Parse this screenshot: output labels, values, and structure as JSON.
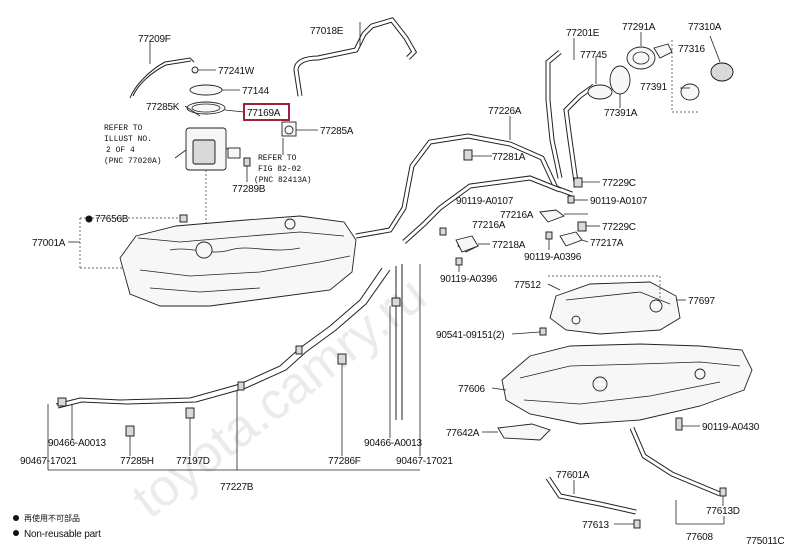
{
  "watermark": "toyota.camry.ru",
  "labels": {
    "p77209F": "77209F",
    "p77018E": "77018E",
    "p77241W": "77241W",
    "p77144": "77144",
    "p77285K": "77285K",
    "p77169A": "77169A",
    "p77285A": "77285A",
    "p77289B": "77289B",
    "p77656B": "77656B",
    "p77001A": "77001A",
    "p77201E": "77201E",
    "p77291A": "77291A",
    "p77310A": "77310A",
    "p77316": "77316",
    "p77745": "77745",
    "p77391": "77391",
    "p77391A": "77391A",
    "p77226A": "77226A",
    "p77281A": "77281A",
    "p77229C_1": "77229C",
    "p90119A0107_1": "90119-A0107",
    "p90119A0107_2": "90119-A0107",
    "p77216A_1": "77216A",
    "p77216A_2": "77216A",
    "p77229C_2": "77229C",
    "p77217A": "77217A",
    "p77218A": "77218A",
    "p90119A0396_1": "90119-A0396",
    "p90119A0396_2": "90119-A0396",
    "p77512": "77512",
    "p77697": "77697",
    "p9054109151": "90541-09151(2)",
    "p77606": "77606",
    "p90119A0430": "90119-A0430",
    "p77642A": "77642A",
    "p77601A": "77601A",
    "p77613": "77613",
    "p77613D": "77613D",
    "p77608": "77608",
    "p90466A0013_1": "90466-A0013",
    "p90466A0013_2": "90466-A0013",
    "p9046717021_1": "90467-17021",
    "p9046717021_2": "90467-17021",
    "p77285H": "77285H",
    "p77197D": "77197D",
    "p77286F": "77286F",
    "p77227B": "77227B"
  },
  "notes": {
    "refer1_line1": "REFER TO",
    "refer1_line2": "ILLUST NO.",
    "refer1_line3": "2 OF 4",
    "refer1_line4": "(PNC 77020A)",
    "refer2_line1": "REFER TO",
    "refer2_line2": "FIG 82-02",
    "refer2_line3": "(PNC 82413A)"
  },
  "legend": {
    "jp_text": "再使用不可部品",
    "en_text": "Non-reusable part"
  },
  "figure_code": "775011C",
  "colors": {
    "highlight": "#a0203a"
  }
}
